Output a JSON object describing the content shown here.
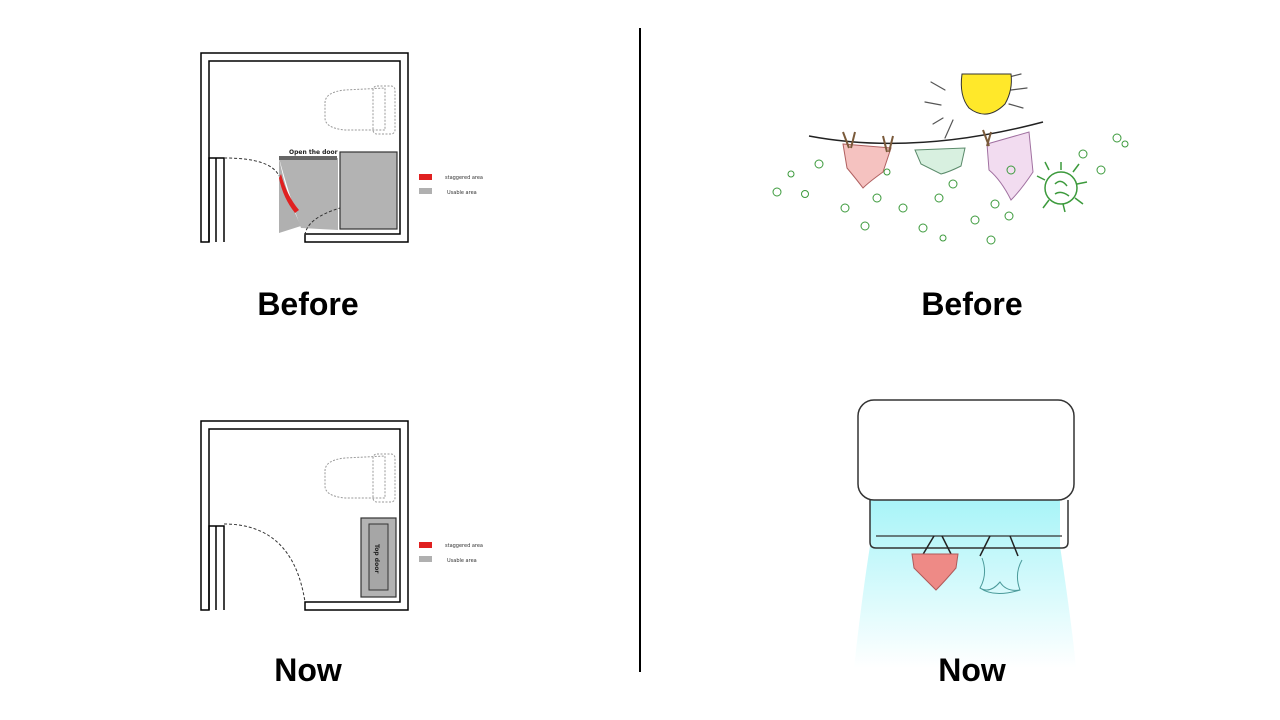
{
  "captions": {
    "top_left": "Before",
    "bottom_left": "Now",
    "top_right": "Before",
    "bottom_right": "Now"
  },
  "floorplan_before": {
    "door_label": "Open the door",
    "legend": [
      {
        "label": "staggered area",
        "color": "#e02020"
      },
      {
        "label": "Usable area",
        "color": "#b0b0b0"
      }
    ]
  },
  "floorplan_now": {
    "door_label": "Top door",
    "legend": [
      {
        "label": "staggered area",
        "color": "#e02020"
      },
      {
        "label": "Usable area",
        "color": "#b0b0b0"
      }
    ]
  },
  "colors": {
    "sun": "#ffe82a",
    "germ": "#3c9a3c",
    "airflow": "#a8f4f8",
    "underwear_pink": "#ee8a86",
    "underwear_green": "#d8f0e0",
    "underwear_lilac": "#f2dcf0"
  }
}
